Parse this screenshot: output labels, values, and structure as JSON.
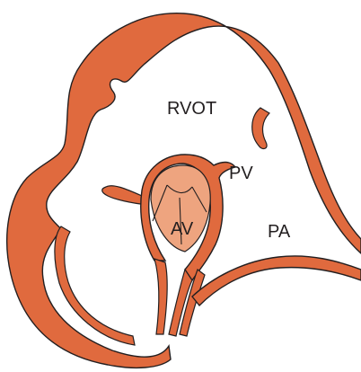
{
  "labels": {
    "rvot": "RVOT",
    "pv": "PV",
    "av": "AV",
    "pa": "PA"
  },
  "colors": {
    "tissue": "#e06a3e",
    "tissue_light": "#eea47f",
    "outline": "#231f20",
    "background": "#ffffff"
  }
}
